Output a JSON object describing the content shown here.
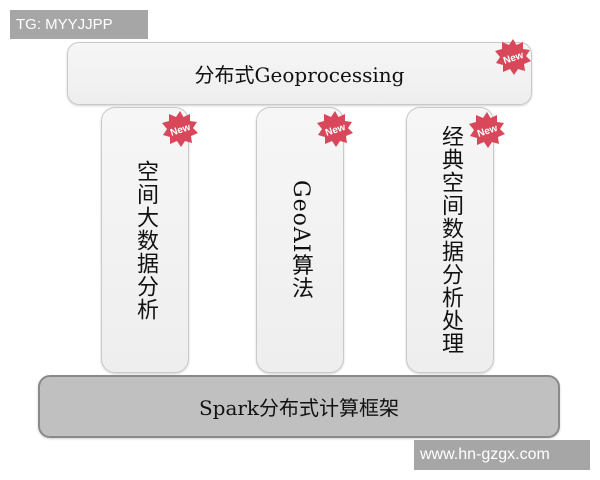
{
  "watermarks": {
    "top_left": "TG: MYYJJPP",
    "bottom_right": "www.hn-gzgx.com"
  },
  "top_bar": {
    "label": "分布式Geoprocessing",
    "badge": "New"
  },
  "columns": [
    {
      "label": "空间大数据分析",
      "badge": "New"
    },
    {
      "label_latin": "GeoAI",
      "label_cjk": "算法",
      "badge": "New"
    },
    {
      "label": "经典空间数据分析处理",
      "badge": "New"
    }
  ],
  "bottom_bar": {
    "label": "Spark分布式计算框架"
  },
  "colors": {
    "badge": "#d9475a",
    "panel": "#f1f1f1",
    "base": "#c0c0c0",
    "watermark": "#a6a6a6"
  }
}
